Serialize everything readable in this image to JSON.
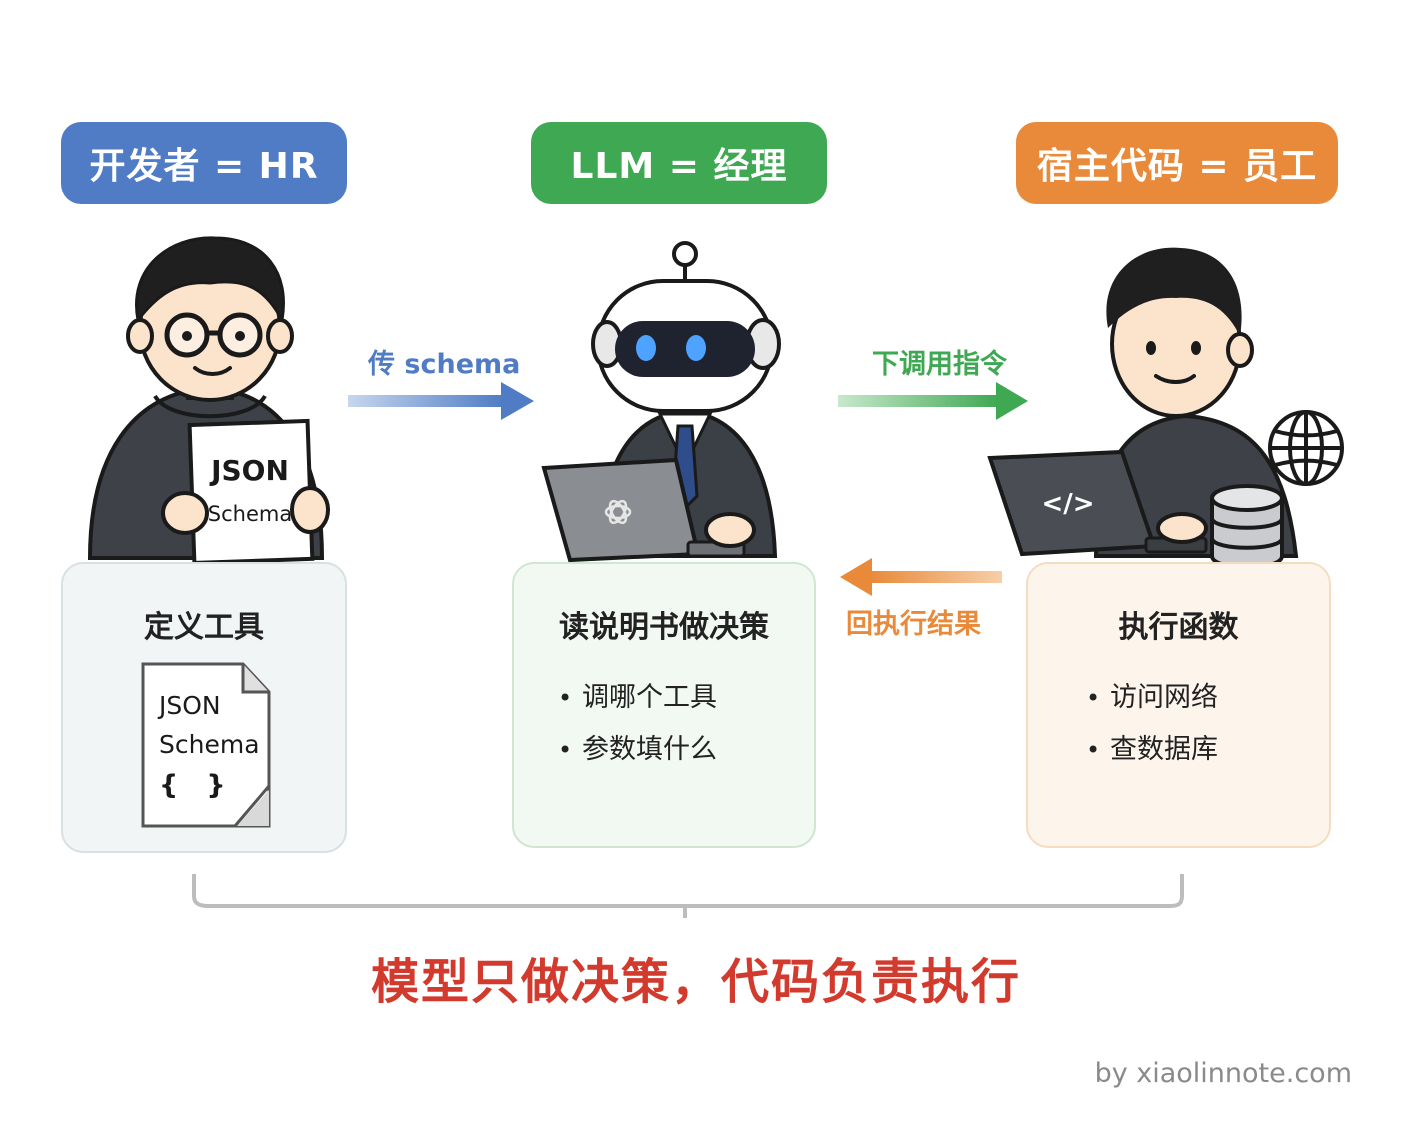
{
  "roles": {
    "developer": "开发者 = HR",
    "llm": "LLM = 经理",
    "host": "宿主代码 = 员工"
  },
  "arrows": {
    "pass_schema": "传 schema",
    "send_call": "下调用指令",
    "return_result": "回执行结果"
  },
  "props": {
    "doc_line1": "JSON",
    "doc_line2": "Schema",
    "code_glyph": "</>"
  },
  "panels": {
    "define": {
      "title": "定义工具",
      "doc_line1": "JSON",
      "doc_line2": "Schema",
      "doc_line3": "{   }"
    },
    "decide": {
      "title": "读说明书做决策",
      "items": [
        "调哪个工具",
        "参数填什么"
      ]
    },
    "execute": {
      "title": "执行函数",
      "items": [
        "访问网络",
        "查数据库"
      ]
    }
  },
  "summary": "模型只做决策，代码负责执行",
  "credit": "by xiaolinnote.com",
  "colors": {
    "blue": "#4f7cc4",
    "green": "#3fa852",
    "orange": "#e98a3a",
    "red": "#d23a2d"
  },
  "icons": {
    "robot": "robot-icon",
    "globe": "globe-icon",
    "database": "database-icon",
    "laptop": "laptop-icon",
    "openai": "openai-logo-icon"
  }
}
